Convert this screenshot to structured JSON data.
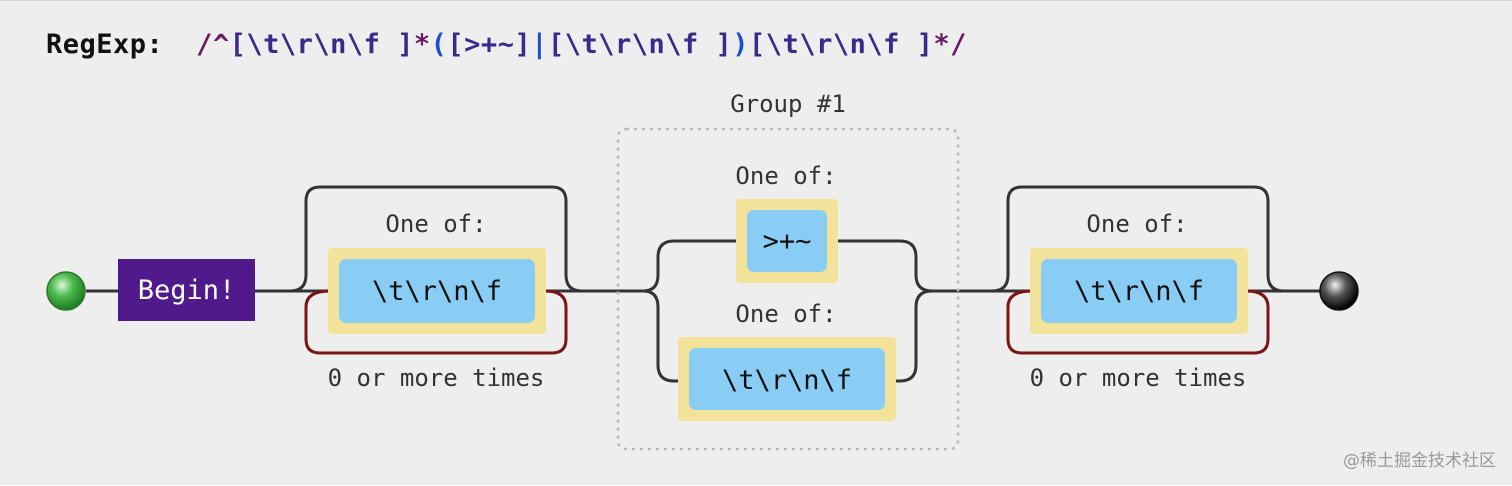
{
  "header": {
    "label": "RegExp:",
    "tokens": [
      {
        "text": "/^",
        "cls": "rx-d"
      },
      {
        "text": "[\\t\\r\\n\\f ]",
        "cls": "rx-q"
      },
      {
        "text": "*",
        "cls": "rx-d"
      },
      {
        "text": "(",
        "cls": "rx-b"
      },
      {
        "text": "[>+~]",
        "cls": "rx-q"
      },
      {
        "text": "|",
        "cls": "rx-b"
      },
      {
        "text": "[\\t\\r\\n\\f ]",
        "cls": "rx-q"
      },
      {
        "text": ")",
        "cls": "rx-b"
      },
      {
        "text": "[\\t\\r\\n\\f ]",
        "cls": "rx-q"
      },
      {
        "text": "*/",
        "cls": "rx-d"
      }
    ]
  },
  "diagram": {
    "begin_label": "Begin!",
    "group_label": "Group #1",
    "one_of_label": "One of:",
    "repeat_label": "0 or more times",
    "whitespace_chars": "\\t\\r\\n\\f",
    "combinator_chars": ">+~"
  },
  "watermark": "@稀土掘金技术社区",
  "colors": {
    "begin_bg": "#501a8c",
    "charset_outer": "#f2e29a",
    "charset_inner": "#89cdf5",
    "repeat_loop": "#7b1515",
    "line": "#333333",
    "start_node": "#3aa33a",
    "end_node": "#222222"
  }
}
